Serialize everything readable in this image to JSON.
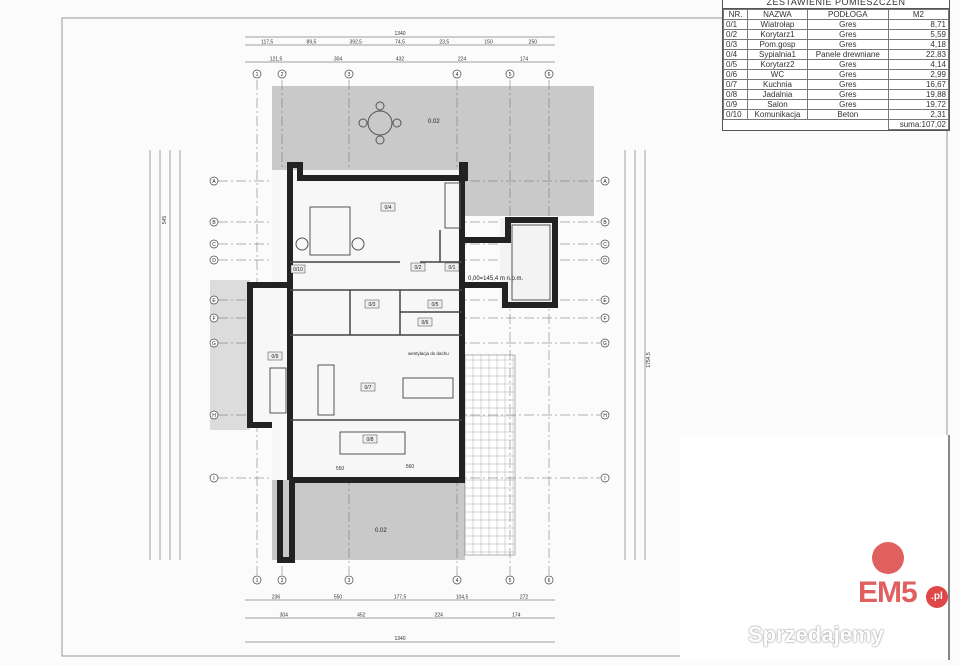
{
  "room_schedule": {
    "title": "ZESTAWIENIE POMIESZCZEŃ",
    "headers": [
      "NR.",
      "NAZWA",
      "PODŁOGA",
      "M2"
    ],
    "rows": [
      [
        "0/1",
        "Wiatrołap",
        "Gres",
        "8,71"
      ],
      [
        "0/2",
        "Korytarz1",
        "Gres",
        "5,59"
      ],
      [
        "0/3",
        "Pom.gosp",
        "Gres",
        "4,18"
      ],
      [
        "0/4",
        "Sypialnia1",
        "Panele drewniane",
        "22,83"
      ],
      [
        "0/5",
        "Korytarz2",
        "Gres",
        "4,14"
      ],
      [
        "0/6",
        "WC",
        "Gres",
        "2,99"
      ],
      [
        "0/7",
        "Kuchnia",
        "Gres",
        "16,67"
      ],
      [
        "0/8",
        "Jadalnia",
        "Gres",
        "19,88"
      ],
      [
        "0/9",
        "Salon",
        "Gres",
        "19,72"
      ],
      [
        "0/10",
        "Komunikacja",
        "Beton",
        "2,31"
      ]
    ],
    "total": "suma:107,02"
  },
  "plan": {
    "level_note": "0,00=145,4 m n.p.m.",
    "slope_top": "0.02",
    "slope_bottom": "0.02",
    "vent_note": "wentylacja do dachu",
    "room_tags": [
      "0/1",
      "0/2",
      "0/3",
      "0/4",
      "0/5",
      "0/6",
      "0/7",
      "0/8",
      "0/9",
      "0/10"
    ],
    "axis_letters": [
      "A",
      "B",
      "C",
      "D",
      "E",
      "F",
      "G",
      "H",
      "I"
    ],
    "axis_numbers": [
      "1",
      "2",
      "3",
      "4",
      "5",
      "6"
    ],
    "dim_top_total": "1340",
    "dim_top_row": [
      "117,5",
      "89,5",
      "392,5",
      "74,5",
      "23,5",
      "150",
      "250"
    ],
    "dim_top_row2": [
      "121,5",
      "304",
      "432",
      "224",
      "174"
    ],
    "dim_bottom_row": [
      "236",
      "550",
      "177,5",
      "104,5",
      "272"
    ],
    "dim_bottom_row2": [
      "304",
      "452",
      "224",
      "174"
    ],
    "dim_bottom_total": "1340",
    "dim_inner": [
      "550",
      "560",
      "545",
      "1754,5"
    ]
  },
  "watermark": {
    "brand": "EM5",
    "domain_suffix": ".pl",
    "site": "Sprzedajemy",
    "color": "#e06060"
  }
}
